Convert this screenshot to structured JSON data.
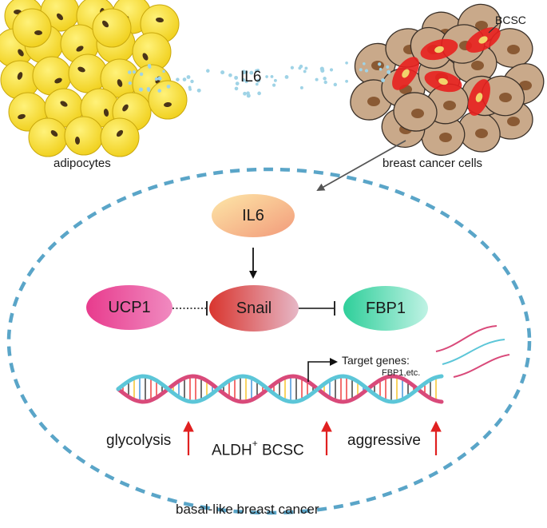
{
  "labels": {
    "bcsc": "BCSC",
    "il6_signal": "IL6",
    "adipocytes": "adipocytes",
    "breast_cancer_cells": "breast cancer cells",
    "target_genes": "Target genes:",
    "target_genes_sub": "FBP1,etc.",
    "glycolysis": "glycolysis",
    "aldh": "ALDH",
    "aldh_sup": "+",
    "bcsc_bottom": "BCSC",
    "aggressive": "aggressive",
    "footer": "basal-like breast cancer"
  },
  "nodes": {
    "il6": "IL6",
    "ucp1": "UCP1",
    "snail": "Snail",
    "fbp1": "FBP1"
  },
  "colors": {
    "adipocyte_fill": "#f4dc2e",
    "adipocyte_nucleus": "#4a3418",
    "cancer_cell_fill": "#c9a98a",
    "cancer_nucleus": "#8a5a34",
    "bcsc_fill": "#e8201e",
    "bcsc_nucleus": "#f2d36b",
    "il6_dots": "#9fd3e6",
    "dashed_boundary": "#5aa5c8",
    "up_arrow": "#e02020",
    "dna_strand_a": "#d94a7a",
    "dna_strand_b": "#5cc6d8"
  }
}
